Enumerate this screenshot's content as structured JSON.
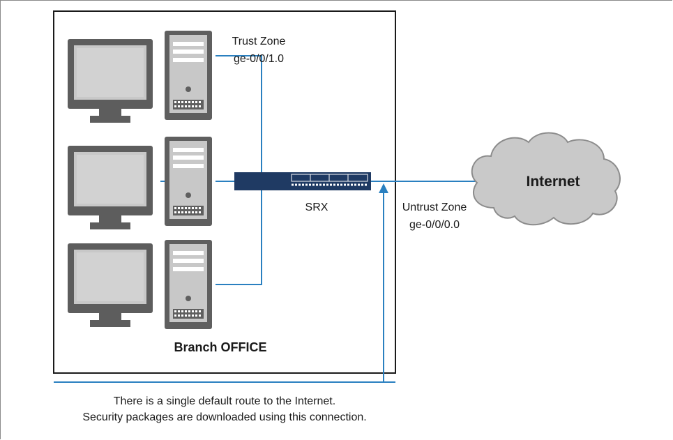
{
  "diagram": {
    "office_label": "Branch OFFICE",
    "trust_zone": {
      "line1": "Trust Zone",
      "line2": "ge-0/0/1.0"
    },
    "untrust_zone": {
      "line1": "Untrust Zone",
      "line2": "ge-0/0/0.0"
    },
    "device_label": "SRX",
    "cloud_label": "Internet",
    "caption": {
      "line1": "There is a single default route to the Internet.",
      "line2": "Security packages are downloaded using this connection."
    }
  },
  "colors": {
    "link": "#2a80c0",
    "cloud_fill": "#c9c9c9",
    "cloud_stroke": "#8c8c8c",
    "monitor_frame": "#5d5d5d",
    "monitor_screen": "#c8c8c8",
    "server_body": "#5f5f5f",
    "srx_body": "#1f3a63"
  }
}
